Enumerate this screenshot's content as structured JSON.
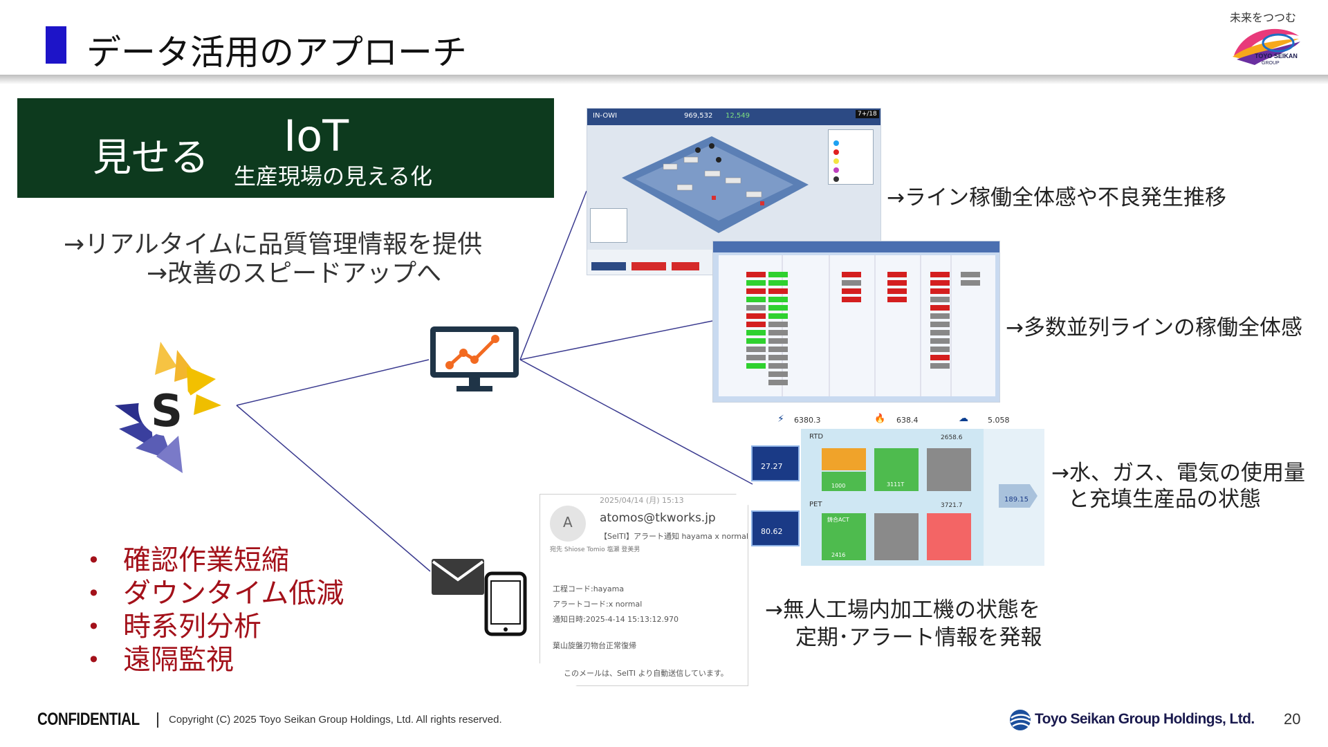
{
  "header": {
    "title": "データ活用のアプローチ",
    "slogan": "未来をつつむ",
    "logo_text": "TOYO SEIKAN",
    "logo_subtext": "GROUP"
  },
  "hero": {
    "left_label": "見せる",
    "iot_label": "IoT",
    "iot_sublabel": "生産現場の見える化"
  },
  "intro": {
    "line1": "→リアルタイムに品質管理情報を提供",
    "line2": "→改善のスピードアップへ"
  },
  "benefits": [
    "確認作業短縮",
    "ダウンタイム低減",
    "時系列分析",
    "遠隔監視"
  ],
  "annotations": {
    "line_overview": "→ライン稼働全体感や不良発生推移",
    "parallel_lines": "→多数並列ラインの稼働全体感",
    "utilities_1": "→水、ガス、電気の使用量",
    "utilities_2": "と充填生産品の状態",
    "unmanned_1": "→無人工場内加工機の状態を",
    "unmanned_2": "定期･アラート情報を発報"
  },
  "dashboard_3d": {
    "topbar_left": "IN-OWI",
    "topbar_value1": "969,532",
    "topbar_value2": "12,549",
    "badge": "7+/18"
  },
  "energy_panel": {
    "electric": "6380.3",
    "gas": "638.4",
    "water": "5.058",
    "rtd_label": "RTD",
    "pet_label": "PET",
    "left_value1": "27.27",
    "left_value2": "80.62",
    "right_value": "189.15",
    "rtd_total": "2658.6",
    "pet_total": "3721.7",
    "tile_rtd_2": "3111T",
    "tile_rtd_1": "1000",
    "tile_pet_1": "2416",
    "tile_pet_label": "鋳合ACT"
  },
  "email": {
    "date": "2025/04/14 (月) 15:13",
    "avatar_letter": "A",
    "sender": "atomos@tkworks.jp",
    "subject": "【SeITI】アラート通知 hayama x normal",
    "to": "宛先  Shiose Tomio 塩瀬 登美男",
    "body1": "工程コード:hayama",
    "body2": "アラートコード:x normal",
    "body3": "通知日時:2025-4-14 15:13:12.970",
    "body4": "葉山旋盤刃物台正常復帰",
    "footer": "このメールは、SeITI より自動送信しています。"
  },
  "footer": {
    "confidential": "CONFIDENTIAL",
    "copyright": "Copyright (C)  2025  Toyo Seikan Group Holdings, Ltd. All rights reserved.",
    "company": "Toyo Seikan Group Holdings, Ltd.",
    "page_number": "20"
  },
  "colors": {
    "title_bar": "#1d14c8",
    "hero_bg": "#0d3a1e",
    "benefit_text": "#a3111a",
    "monitor": "#1f3447",
    "chart_line": "#f26a21",
    "connector": "#3a3a8f"
  },
  "icons": [
    "monitor-chart-icon",
    "envelope-icon",
    "smartphone-icon",
    "sunflower-logo-icon"
  ]
}
